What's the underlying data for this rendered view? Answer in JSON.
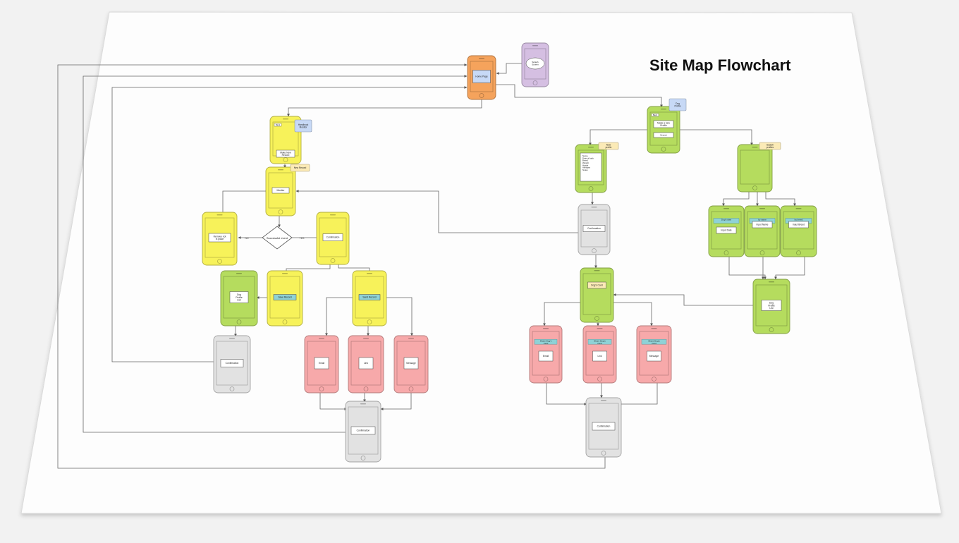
{
  "title": "Site Map Flowchart",
  "colors": {
    "orange": "#f5a35c",
    "purple": "#d5bfe2",
    "yellow": "#f7f25a",
    "green": "#b5dc5e",
    "gray": "#e2e2e2",
    "pink": "#f7a9aa",
    "teal": "#8fd2d6",
    "note_blue": "#c7d9f6",
    "note_yellow": "#fbeab6"
  },
  "nodes": {
    "home": {
      "label": "Home Page"
    },
    "splash": {
      "label": "Splash Screen"
    },
    "main_menu": {
      "back": "Back",
      "button": "Make New Record"
    },
    "note_handbook": {
      "label": "Handbook Monitor"
    },
    "monitor": {
      "button": "Monitor"
    },
    "note_new_record": {
      "label": "New Record"
    },
    "decision": {
      "label": "Successful event",
      "no": "NO",
      "yes": "YES"
    },
    "remove_item": {
      "label": "Remove not in place"
    },
    "confirm_yes": {
      "label": "Confirmation"
    },
    "dog_list_left": {
      "label": "Dog Profile List"
    },
    "save_record": {
      "label": "Save Record"
    },
    "send_record": {
      "label": "Send Record"
    },
    "confirm_left": {
      "label": "Confirmation"
    },
    "email_left": {
      "label": "Email"
    },
    "link_left": {
      "label": "Link"
    },
    "message_left": {
      "label": "Message"
    },
    "confirm_bottom": {
      "label": "Confirmation"
    },
    "dog_profile": {
      "back": "Back",
      "button1": "Make a new Profile",
      "button2": "Search"
    },
    "note_dog_profile": {
      "label": "Dog Profile"
    },
    "new_profile": {
      "list": "Name\nDate of birth\nBreed\nWeight\nHeight\nAllergies\nNotes"
    },
    "note_new_profile": {
      "label": "New profile"
    },
    "search_profiles": {},
    "note_search_profiles": {
      "label": "Search profiles"
    },
    "confirm_right": {
      "label": "Confirmation"
    },
    "by_date": {
      "header": "Dog's date",
      "button": "Input Date"
    },
    "by_name": {
      "header": "by name",
      "button": "Input Name"
    },
    "by_breed": {
      "header": "by breed",
      "button": "Input Breed"
    },
    "dog_card": {
      "label": "Dog's Card"
    },
    "dog_list_right": {
      "label": "Dog Profile List"
    },
    "share_email": {
      "header": "Share Dog's Card",
      "button": "Email"
    },
    "share_link": {
      "header": "Share Dog's Card",
      "button": "Link"
    },
    "share_message": {
      "header": "Share Dog's Card",
      "button": "Message"
    },
    "confirm_share": {
      "label": "Confirmation"
    }
  }
}
